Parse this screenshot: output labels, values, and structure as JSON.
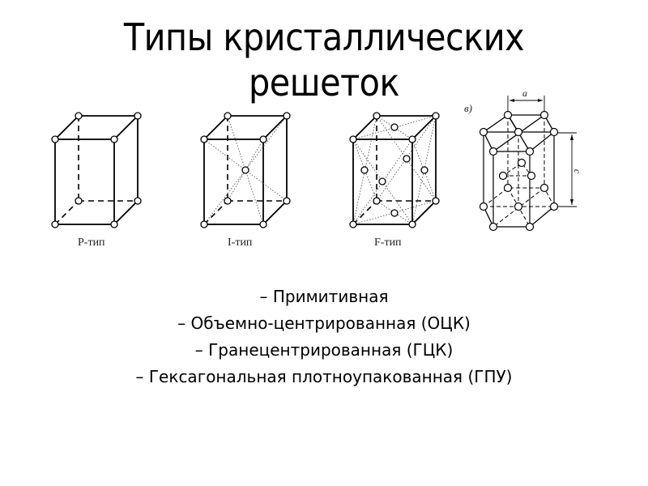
{
  "slide": {
    "title_line1": "Типы кристаллических",
    "title_line2": "решеток",
    "figures": [
      {
        "id": "p",
        "caption": "P-тип"
      },
      {
        "id": "i",
        "caption": "I-тип"
      },
      {
        "id": "f",
        "caption": "F-тип"
      },
      {
        "id": "hcp",
        "panel_label": "в)",
        "dim_a": "a",
        "dim_c": "c"
      }
    ],
    "bullets": [
      "– Примитивная",
      "– Объемно-центрированная (ОЦК)",
      "– Гранецентрированная (ГЦК)",
      "– Гексагональная плотноупакованная (ГПУ)"
    ]
  }
}
